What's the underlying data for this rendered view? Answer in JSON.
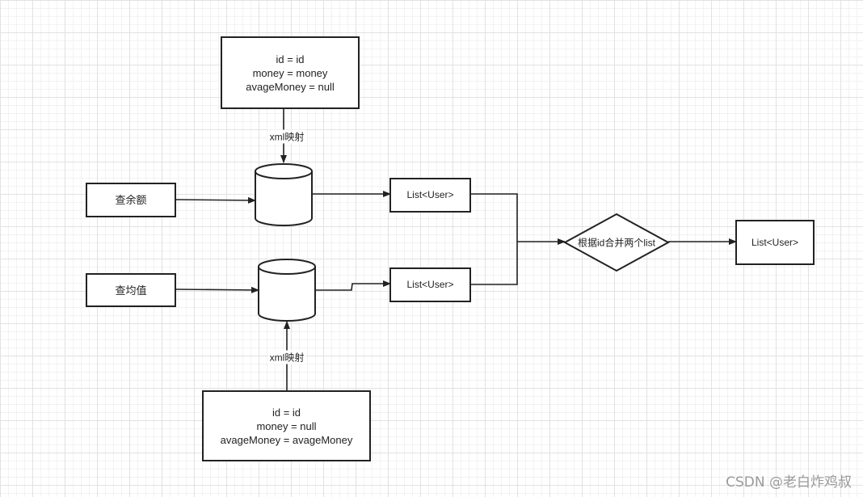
{
  "mapping_top": [
    "id = id",
    "money = money",
    "avageMoney = null"
  ],
  "mapping_bottom": [
    "id = id",
    "money = null",
    "avageMoney = avageMoney"
  ],
  "xml_mapping_label": "xml映射",
  "query_balance_label": "查余额",
  "query_average_label": "查均值",
  "list_user_label": "List<User>",
  "merge_label": "根据id合并两个list",
  "result_label": "List<User>",
  "watermark": "CSDN @老白炸鸡叔",
  "colors": {
    "stroke": "#222222",
    "fill": "#ffffff",
    "grid": "#e2e2e2",
    "watermark": "#9a9a9a"
  }
}
